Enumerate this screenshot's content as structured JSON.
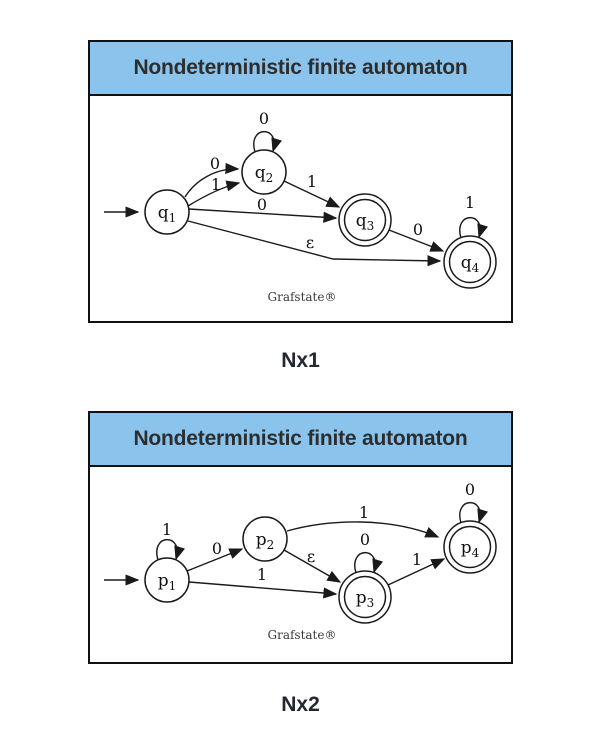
{
  "colors": {
    "header_background": "#8ac4ed",
    "card_border": "#111111",
    "diagram_ink": "#1a1a1a",
    "header_text": "#2d2d2d"
  },
  "cards": [
    {
      "header": "Nondeterministic finite automaton",
      "caption": "Nx1",
      "watermark": "Grafstate®",
      "states": [
        {
          "name": "q1",
          "base": "q",
          "sub": "1",
          "start": true,
          "accepting": false
        },
        {
          "name": "q2",
          "base": "q",
          "sub": "2",
          "start": false,
          "accepting": false
        },
        {
          "name": "q3",
          "base": "q",
          "sub": "3",
          "start": false,
          "accepting": true
        },
        {
          "name": "q4",
          "base": "q",
          "sub": "4",
          "start": false,
          "accepting": true
        }
      ],
      "transitions": [
        {
          "from": "q1",
          "to": "q2",
          "label": "0"
        },
        {
          "from": "q1",
          "to": "q2",
          "label": "1"
        },
        {
          "from": "q2",
          "to": "q2",
          "label": "0"
        },
        {
          "from": "q2",
          "to": "q3",
          "label": "1"
        },
        {
          "from": "q1",
          "to": "q3",
          "label": "0"
        },
        {
          "from": "q1",
          "to": "q4",
          "label": "ε"
        },
        {
          "from": "q3",
          "to": "q4",
          "label": "0"
        },
        {
          "from": "q4",
          "to": "q4",
          "label": "1"
        }
      ]
    },
    {
      "header": "Nondeterministic finite automaton",
      "caption": "Nx2",
      "watermark": "Grafstate®",
      "states": [
        {
          "name": "p1",
          "base": "p",
          "sub": "1",
          "start": true,
          "accepting": false
        },
        {
          "name": "p2",
          "base": "p",
          "sub": "2",
          "start": false,
          "accepting": false
        },
        {
          "name": "p3",
          "base": "p",
          "sub": "3",
          "start": false,
          "accepting": true
        },
        {
          "name": "p4",
          "base": "p",
          "sub": "4",
          "start": false,
          "accepting": true
        }
      ],
      "transitions": [
        {
          "from": "p1",
          "to": "p1",
          "label": "1"
        },
        {
          "from": "p1",
          "to": "p2",
          "label": "0"
        },
        {
          "from": "p2",
          "to": "p4",
          "label": "1"
        },
        {
          "from": "p2",
          "to": "p3",
          "label": "ε"
        },
        {
          "from": "p3",
          "to": "p3",
          "label": "0"
        },
        {
          "from": "p1",
          "to": "p3",
          "label": "1"
        },
        {
          "from": "p3",
          "to": "p4",
          "label": "1"
        },
        {
          "from": "p4",
          "to": "p4",
          "label": "0"
        }
      ]
    }
  ]
}
